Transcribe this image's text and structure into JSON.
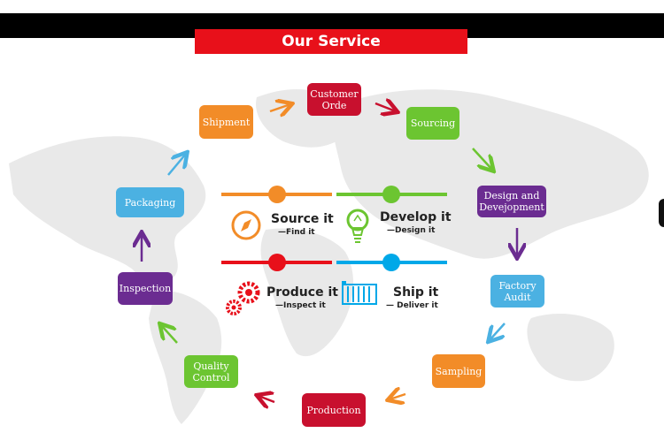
{
  "header": {
    "title": "Our Service"
  },
  "flow": {
    "customer_order": "Customer\nOrde",
    "sourcing": "Sourcing",
    "design": "Design and\nDevejopment",
    "factory_audit": "Factory\nAudit",
    "sampling": "Sampling",
    "production": "Production",
    "quality_control": "Quality\nControl",
    "inspection": "Inspection",
    "packaging": "Packaging",
    "shipment": "Shipment"
  },
  "center": {
    "source_title": "Source it",
    "source_sub": "—Find it",
    "develop_title": "Develop it",
    "develop_sub": "—Design it",
    "produce_title": "Produce it",
    "produce_sub": "—Inspect it",
    "ship_title": "Ship it",
    "ship_sub": "— Deliver it"
  },
  "colors": {
    "red_dark": "#c8102e",
    "green": "#6cc531",
    "purple": "#6b2c91",
    "blue": "#4bb1e2",
    "orange": "#f28c28",
    "red_bar": "#e8101a"
  },
  "icons": [
    "compass-icon",
    "lightbulb-icon",
    "gears-icon",
    "container-icon"
  ]
}
